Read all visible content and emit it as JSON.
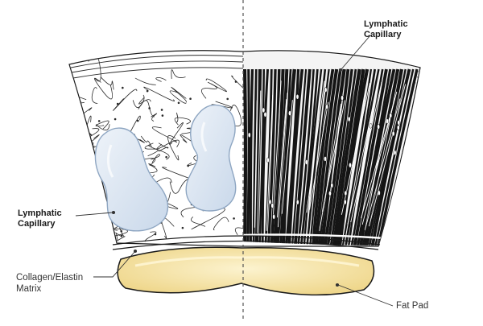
{
  "labels": {
    "lymphatic_top": "Lymphatic\nCapillary",
    "lymphatic_left": "Lymphatic\nCapillary",
    "collagen": "Collagen/Elastin\nMatrix",
    "fat_pad": "Fat Pad"
  },
  "colors": {
    "ink": "#1a1a1a",
    "lymph_fill": "#dbe6f2",
    "lymph_edge": "#9fb4cc",
    "fat_fill": "#f6e6a8",
    "fat_core": "#fbf0c6",
    "muscle": "#151515",
    "guide": "#777777"
  }
}
